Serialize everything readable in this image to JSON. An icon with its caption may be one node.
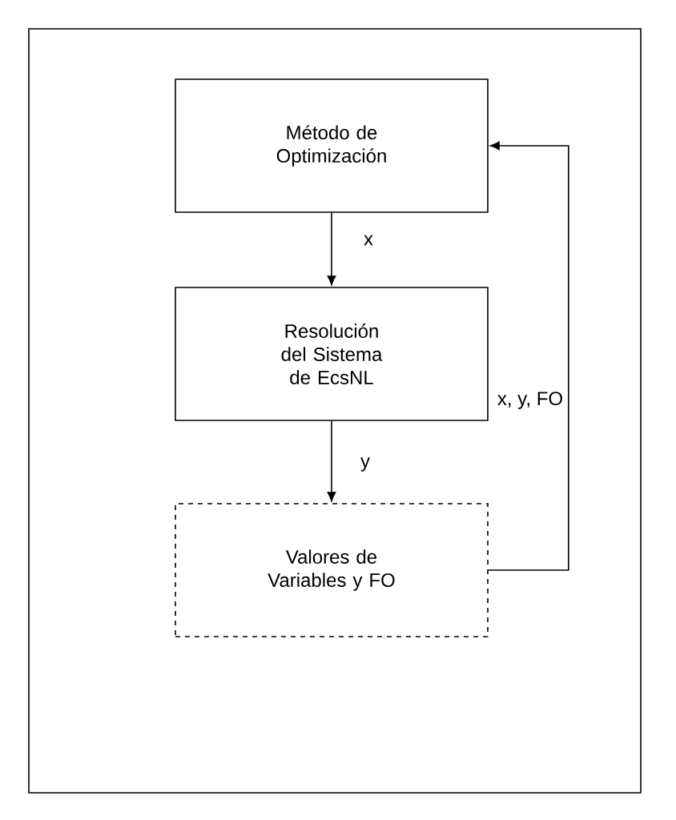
{
  "diagram": {
    "nodes": [
      {
        "text": [
          "Método de Optimización"
        ]
      },
      {
        "text": [
          "Resolución del Sistema de EcsNL"
        ]
      },
      {
        "text": [
          "Valores de Variables y FO"
        ]
      }
    ],
    "edges": [
      {
        "from": 0,
        "to": 1,
        "arrow": "to",
        "label": "x"
      },
      {
        "from": 1,
        "to": 2,
        "arrow": "to",
        "label": "y"
      },
      {
        "from": 2,
        "to": 0,
        "arrow": "to",
        "label": "x, y, FO"
      }
    ]
  }
}
